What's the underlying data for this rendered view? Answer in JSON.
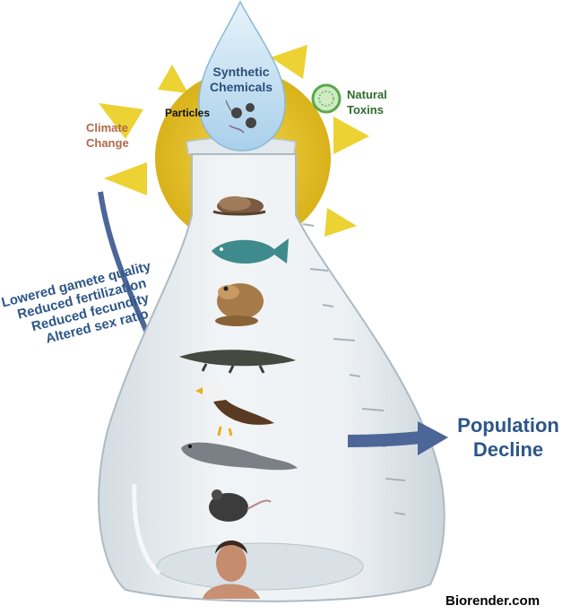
{
  "labels": {
    "climate_change": [
      "Climate",
      "Change"
    ],
    "natural_toxins": [
      "Natural",
      "Toxins"
    ],
    "synthetic_chemicals": [
      "Synthetic",
      "Chemicals"
    ],
    "particles": "Particles"
  },
  "effects": [
    "Lowered gamete quality",
    "Reduced fertilization",
    "Reduced fecundity",
    "Altered sex ratio"
  ],
  "outcome": [
    "Population",
    "Decline"
  ],
  "credit": "Biorender.com",
  "colors": {
    "sun": "#e4c21f",
    "sun_rays": "#ecd232",
    "arrow": "#4c6698",
    "climate_text": "#b0684a",
    "toxin_text": "#2f6b2a",
    "effects_text": "#2d5688",
    "flask_glass": "#e6ecf0",
    "drop": "#bcdcef"
  },
  "icons": [
    "sun-icon",
    "water-drop-icon",
    "algae-cell-icon",
    "snail-icon",
    "fish-icon",
    "frog-icon",
    "alligator-icon",
    "eagle-icon",
    "seal-icon",
    "mouse-icon",
    "human-icon"
  ]
}
